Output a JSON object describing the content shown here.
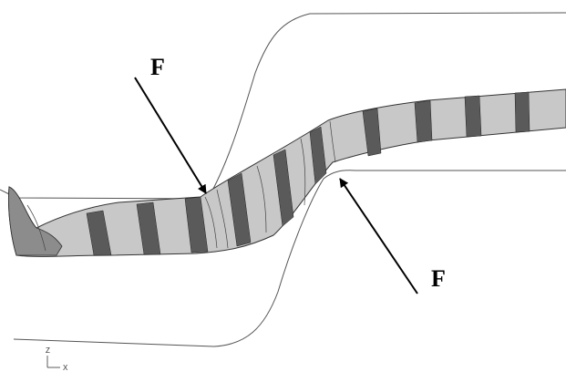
{
  "figure": {
    "force_label_top": "F",
    "force_label_bottom": "F",
    "axis_triad": {
      "vertical": "Z",
      "horizontal": "X"
    }
  }
}
